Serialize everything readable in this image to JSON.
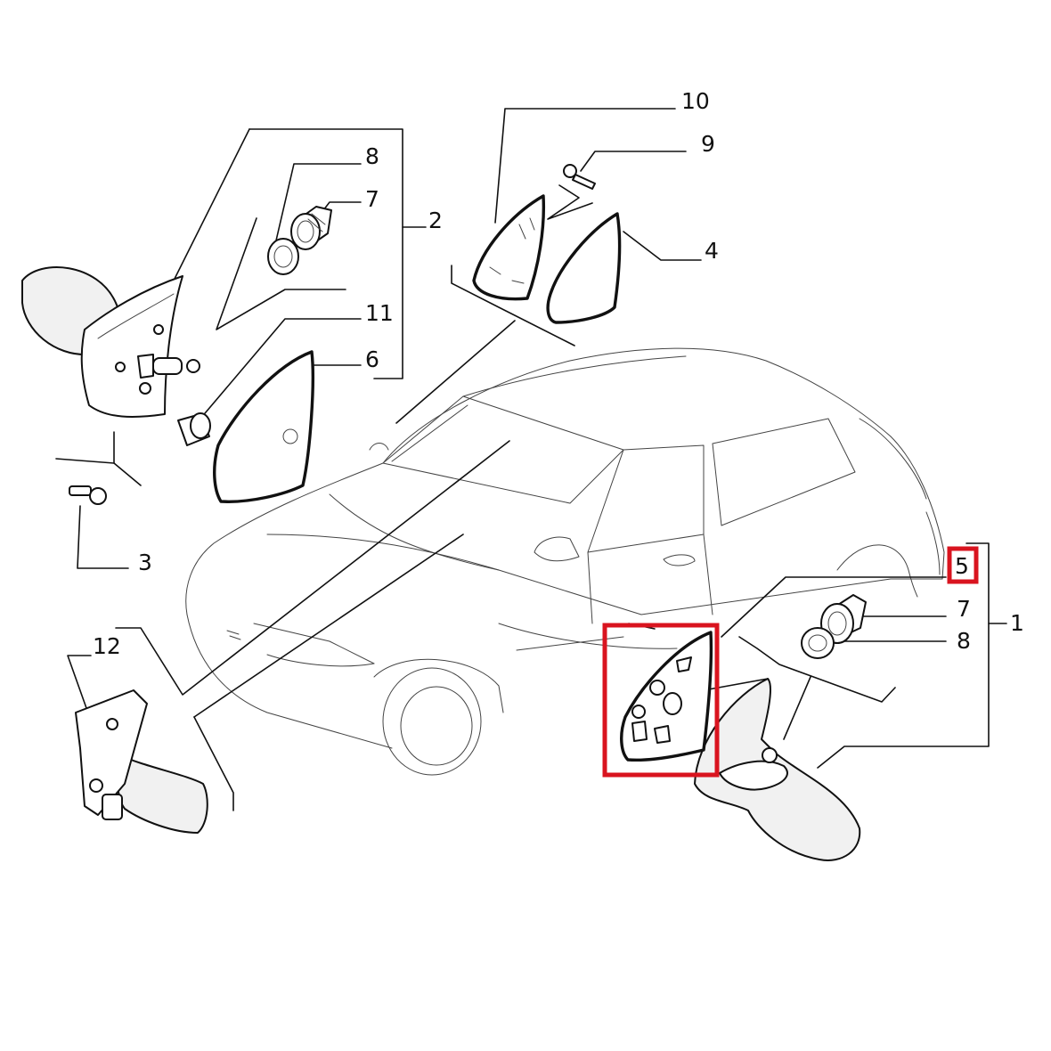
{
  "callouts": {
    "c10": "10",
    "c9": "9",
    "c8_top": "8",
    "c7_top": "7",
    "c2": "2",
    "c4": "4",
    "c11": "11",
    "c6": "6",
    "c3": "3",
    "c5": "5",
    "c7_right": "7",
    "c1": "1",
    "c8_right": "8",
    "c12": "12"
  },
  "highlight": {
    "color": "#d9141f",
    "part": "5"
  }
}
